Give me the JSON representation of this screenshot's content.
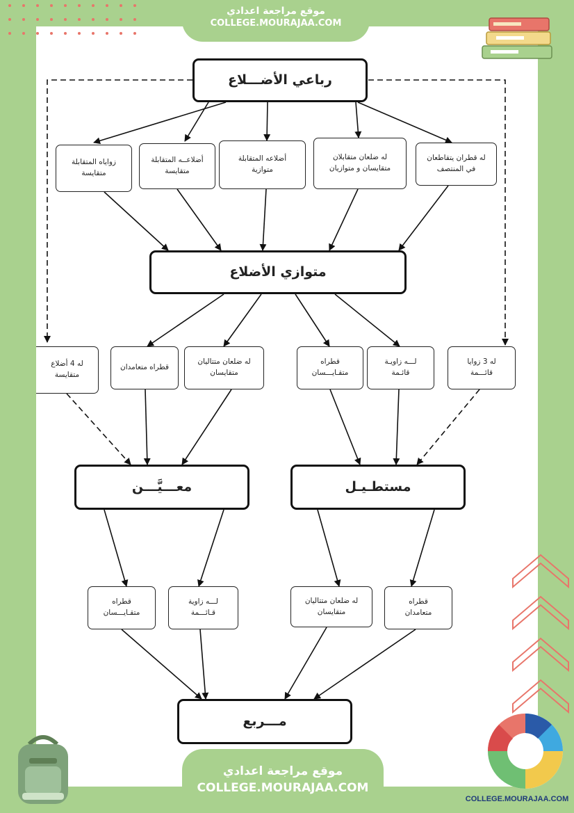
{
  "header": {
    "site_ar": "موقع مراجعة اعدادي",
    "site_url": "COLLEGE.MOURAJAA.COM"
  },
  "footer": {
    "site_ar": "موقع مراجعة اعدادي",
    "site_url": "COLLEGE.MOURAJAA.COM"
  },
  "watermark": "COLLEGE.MOURAJAA.COM",
  "colors": {
    "frame": "#a9d18e",
    "chevron": "#e8756a",
    "text": "#222222"
  },
  "diagram": {
    "quadrilateral": "رباعي الأضـــلاع",
    "parallelogram": "متوازي الأضلاع",
    "rhombus": "معـــيَّـــن",
    "rectangle": "مستطـيـل",
    "square": "مـــربع",
    "q_conditions": [
      "له قطران يتقاطعان\nفي المنتصف",
      "له ضلعان متقابلان\nمتقايسان و متوازيان",
      "أضلاعه المتقابلة\nمتوازية",
      "أضلاعــه المتقابلة\nمتقايسة",
      "زواياه المتقابلة\nمتقايسة"
    ],
    "rect_conditions": [
      "له 3 زوايا\nقائـــمة",
      "لـــه زاويـة\nقائـمة",
      "قطراه\nمتقـايـــسان"
    ],
    "rhombus_conditions": [
      "له ضلعان متتاليان\nمتقايسان",
      "قطراه متعامدان",
      "له 4 أضلاع\nمتقايسة"
    ],
    "square_from_rect": [
      "قطراه\nمتعامدان",
      "له ضلعان متتاليان\nمتقايسان"
    ],
    "square_from_rhombus": [
      "لـــه زاوية\nقـائـــمة",
      "قطراه\nمتقـايـــسان"
    ]
  }
}
